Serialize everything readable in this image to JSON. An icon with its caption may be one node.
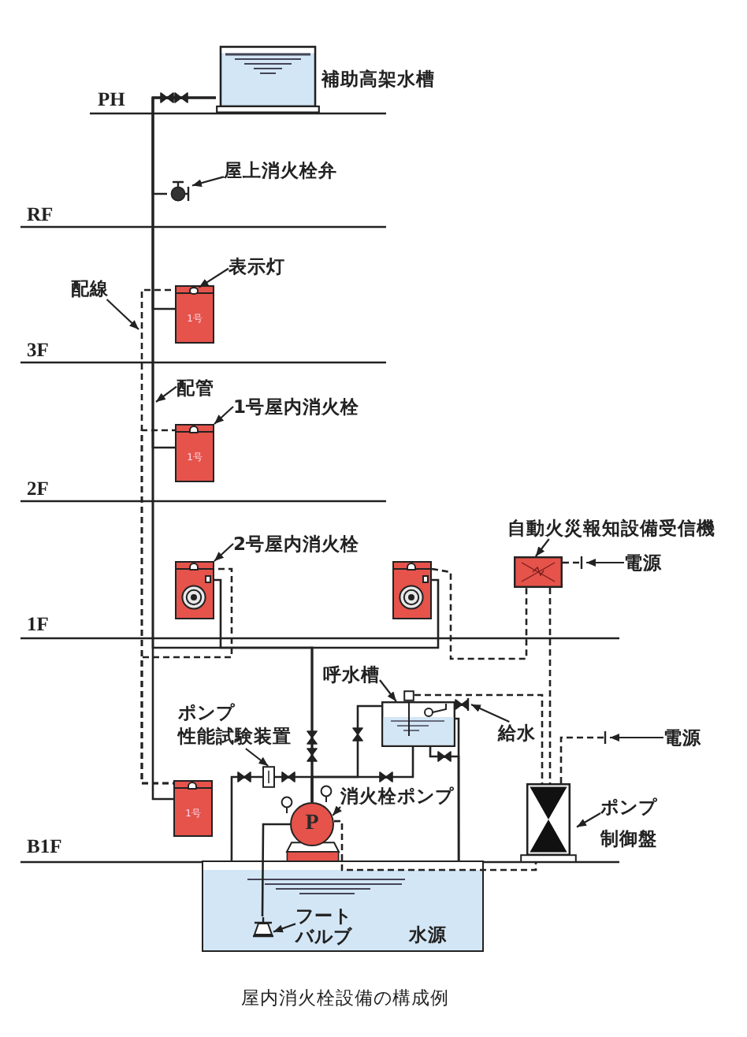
{
  "diagram": {
    "caption": "屋内消火栓設備の構成例",
    "nodes": [
      {
        "text": [],
        "shape": "box",
        "beside": [
          "補助高架水槽"
        ]
      },
      {
        "text": [
          "屋上消火栓弁"
        ]
      },
      {
        "text": [],
        "shape": "circle"
      },
      {
        "text": [
          "表示灯"
        ]
      },
      {
        "text": [
          "配線"
        ]
      },
      {
        "text": [
          "1号"
        ]
      },
      {
        "text": [],
        "shape": "circle",
        "in": 5
      },
      {
        "text": [
          "配管"
        ]
      },
      {
        "text": [
          "1号屋内消火栓"
        ]
      },
      {
        "text": [
          "1号"
        ]
      },
      {
        "text": [
          "2号屋内消火栓"
        ]
      },
      {
        "text": [
          "自動火災報知設備受信機"
        ]
      },
      {
        "text": [],
        "shape": "box"
      },
      {
        "text": [],
        "shape": "box"
      },
      {
        "text": [],
        "shape": "box"
      },
      {
        "text": [
          "電源"
        ]
      },
      {
        "text": [
          "呼水槽"
        ]
      },
      {
        "text": [],
        "shape": "box"
      },
      {
        "text": [
          "給水"
        ]
      },
      {
        "text": [
          "ポンプ性能試験装置"
        ]
      },
      {
        "text": [],
        "shape": "box"
      },
      {
        "text": [
          "消火栓ポンプ"
        ]
      },
      {
        "text": [
          "P"
        ]
      },
      {
        "text": [
          "1号"
        ]
      },
      {
        "text": [
          "電源"
        ]
      },
      {
        "text": [
          "ポンプ制御盤"
        ]
      },
      {
        "text": [],
        "shape": "box"
      },
      {
        "text": [
          "水源"
        ]
      },
      {
        "text": [
          "フートバルブ"
        ],
        "in": 27
      },
      {
        "text": [],
        "shape": "picture",
        "in": 27
      },
      {
        "text": [],
        "shape": "box"
      }
    ],
    "edges": [
      {
        "from": 1,
        "to": 2,
        "arrow": "to"
      },
      {
        "from": 3,
        "to": 6,
        "arrow": "to"
      },
      {
        "from": 4,
        "to": null,
        "arrow": "to"
      },
      {
        "from": 7,
        "to": null,
        "arrow": "to"
      },
      {
        "from": 8,
        "to": 9,
        "arrow": "to"
      },
      {
        "from": 10,
        "to": 12,
        "arrow": "to"
      },
      {
        "from": 11,
        "to": 14,
        "arrow": "to"
      },
      {
        "from": 15,
        "to": null,
        "arrow": "to"
      },
      {
        "from": 16,
        "to": 17,
        "arrow": "to"
      },
      {
        "from": 18,
        "to": null,
        "arrow": "to"
      },
      {
        "from": 19,
        "to": 20,
        "arrow": "to"
      },
      {
        "from": 21,
        "to": 22,
        "arrow": "to"
      },
      {
        "from": 24,
        "to": null,
        "arrow": "to"
      },
      {
        "from": 25,
        "to": 26,
        "arrow": "to"
      },
      {
        "from": 28,
        "to": 29,
        "arrow": "to"
      },
      {
        "from": 22,
        "to": 0,
        "arrow": "none"
      },
      {
        "from": 0,
        "to": 2,
        "arrow": "none"
      },
      {
        "from": 0,
        "to": 5,
        "arrow": "none"
      },
      {
        "from": 0,
        "to": 9,
        "arrow": "none"
      },
      {
        "from": 0,
        "to": 23,
        "arrow": "none"
      },
      {
        "from": 22,
        "to": 12,
        "arrow": "none"
      },
      {
        "from": 22,
        "to": 13,
        "arrow": "none"
      },
      {
        "from": 29,
        "to": 22,
        "arrow": "none"
      },
      {
        "from": 22,
        "to": 20,
        "arrow": "none"
      },
      {
        "from": 20,
        "to": 27,
        "arrow": "none"
      },
      {
        "from": 17,
        "to": 22,
        "arrow": "none"
      },
      {
        "from": 17,
        "to": 22,
        "arrow": "none"
      },
      {
        "from": 17,
        "to": 27,
        "arrow": "none"
      },
      {
        "from": 17,
        "to": 27,
        "arrow": "none"
      },
      {
        "from": 5,
        "to": 23,
        "arrow": "none",
        "style": "dashed"
      },
      {
        "from": 9,
        "to": 23,
        "arrow": "none",
        "style": "dashed"
      },
      {
        "from": 12,
        "to": 23,
        "arrow": "none",
        "style": "dashed"
      },
      {
        "from": 13,
        "to": 14,
        "arrow": "none",
        "style": "dashed"
      },
      {
        "from": 14,
        "to": 26,
        "arrow": "none",
        "style": "dashed"
      },
      {
        "from": 30,
        "to": 26,
        "arrow": "none",
        "style": "dashed"
      },
      {
        "from": 22,
        "to": 26,
        "arrow": "none",
        "style": "dashed"
      },
      {
        "from": 14,
        "to": null,
        "arrow": "other",
        "style": "dashed"
      },
      {
        "from": 26,
        "to": null,
        "arrow": "other",
        "style": "dashed"
      },
      {
        "from": 17,
        "to": null,
        "arrow": "other"
      }
    ],
    "labels": [
      "PH",
      "RF",
      "3F",
      "2F",
      "1F",
      "B1F"
    ]
  }
}
